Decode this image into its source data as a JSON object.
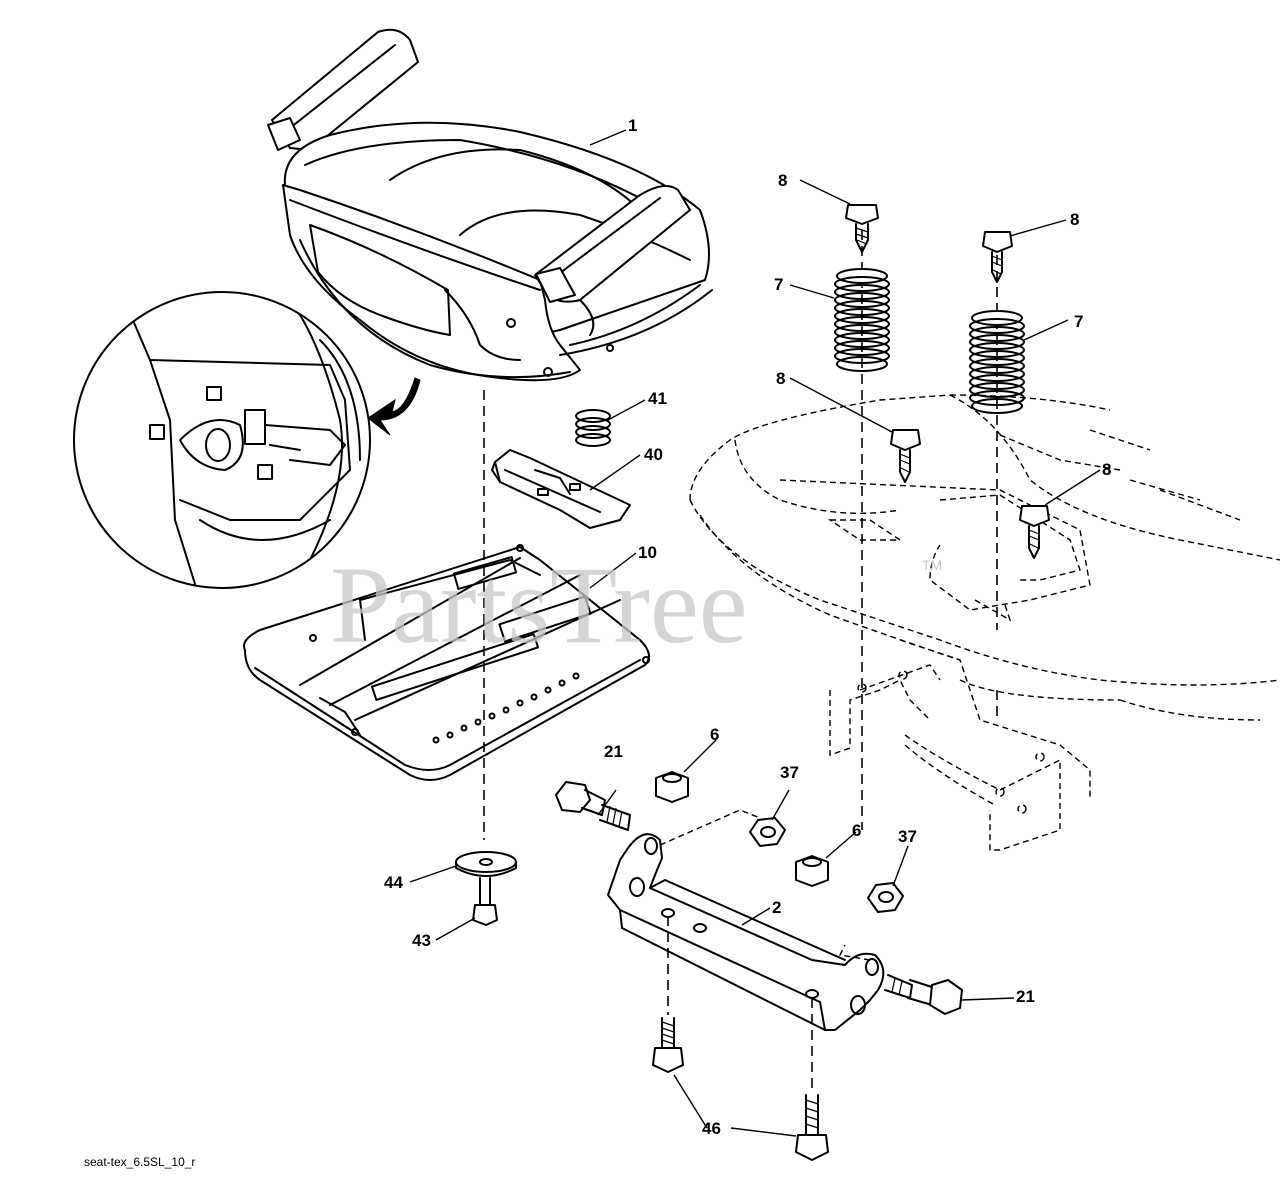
{
  "watermark": {
    "text": "PartsTree",
    "trademark": "TM"
  },
  "drawing_code": "seat-tex_6.5SL_10_r",
  "callouts": {
    "seat": "1",
    "bracket": "2",
    "nut_a": "6",
    "nut_b": "6",
    "spring_a": "7",
    "spring_b": "7",
    "bolt_a": "8",
    "bolt_b": "8",
    "bolt_c": "8",
    "bolt_d": "8",
    "seat_pan": "10",
    "shoulder_bolt_a": "21",
    "shoulder_bolt_b": "21",
    "locknut_a": "37",
    "locknut_b": "37",
    "slide_plate": "40",
    "small_spring": "41",
    "screw_43": "43",
    "washer": "44",
    "flange_bolts": "46"
  }
}
